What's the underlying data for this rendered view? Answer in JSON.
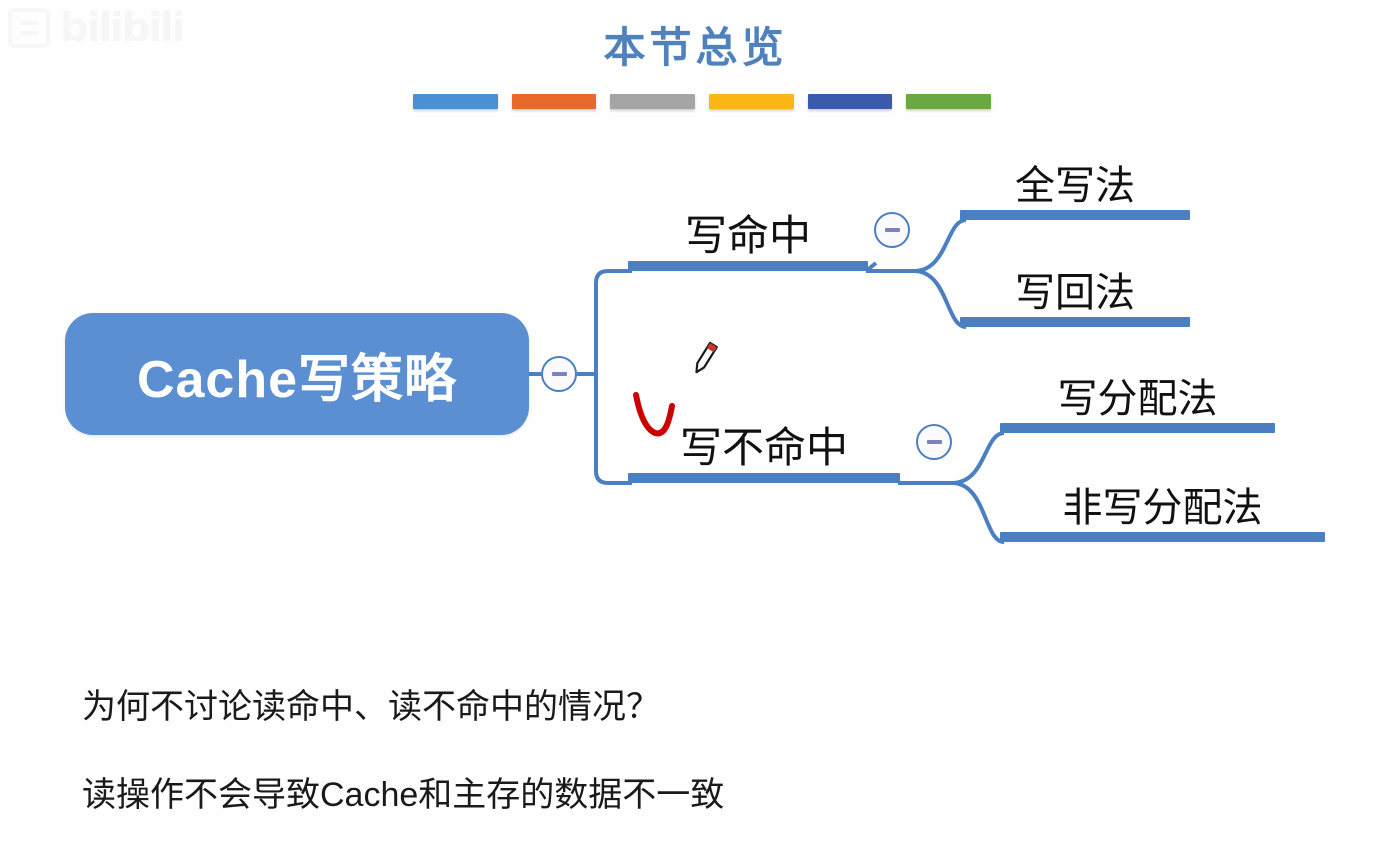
{
  "watermark": {
    "text": "bilibili",
    "badge_icon": "document-badge-icon"
  },
  "header": {
    "title": "本节总览",
    "title_color": "#4f81bd",
    "color_bars": [
      {
        "name": "bar-blue",
        "color": "#4a90d2"
      },
      {
        "name": "bar-orange",
        "color": "#e8692a"
      },
      {
        "name": "bar-gray",
        "color": "#a5a5a5"
      },
      {
        "name": "bar-yellow",
        "color": "#fbb714"
      },
      {
        "name": "bar-dark-blue",
        "color": "#3a5bab"
      },
      {
        "name": "bar-green",
        "color": "#6aa843"
      }
    ]
  },
  "mindmap": {
    "accent_color": "#4a7fc1",
    "root": {
      "label": "Cache写策略",
      "fill": "#5b8fd1",
      "text_color": "#ffffff",
      "toggle_state": "expanded",
      "toggle_symbol": "−"
    },
    "branches": [
      {
        "id": "write-hit",
        "label": "写命中",
        "toggle_state": "expanded",
        "toggle_symbol": "−",
        "children": [
          {
            "id": "write-through",
            "label": "全写法"
          },
          {
            "id": "write-back",
            "label": "写回法"
          }
        ]
      },
      {
        "id": "write-miss",
        "label": "写不命中",
        "toggle_state": "expanded",
        "toggle_symbol": "−",
        "children": [
          {
            "id": "write-allocate",
            "label": "写分配法"
          },
          {
            "id": "no-write-allocate",
            "label": "非写分配法"
          }
        ]
      }
    ]
  },
  "annotations": {
    "pen_cursor": "pen-cursor-icon",
    "ink_mark": "red-check-mark",
    "ink_color": "#cc0000"
  },
  "notes": {
    "lines": [
      "为何不讨论读命中、读不命中的情况？",
      "读操作不会导致Cache和主存的数据不一致"
    ]
  }
}
